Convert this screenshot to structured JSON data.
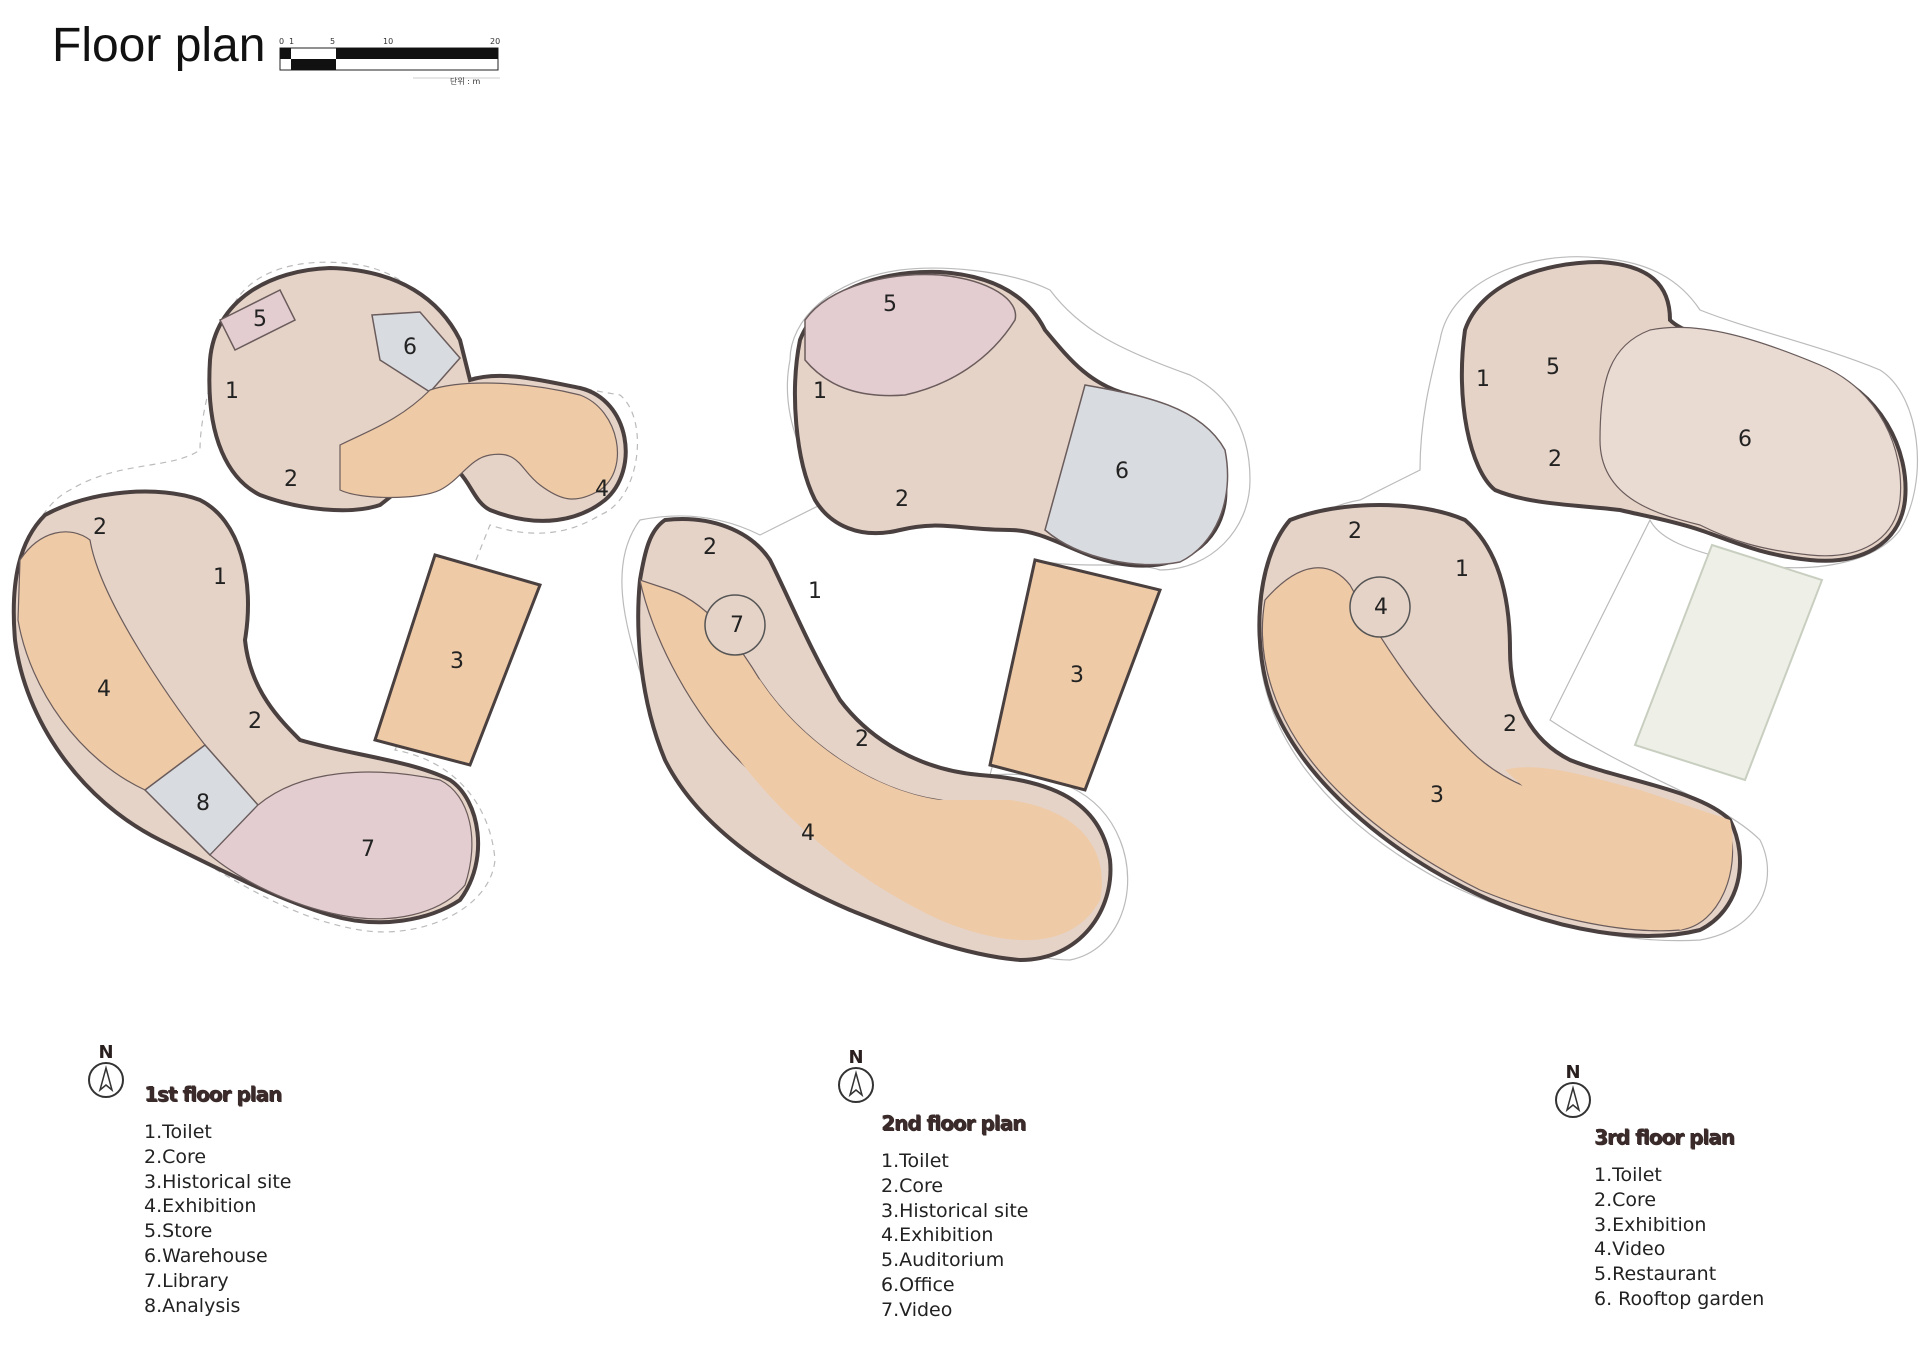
{
  "title": "Floor plan",
  "scale_bar": {
    "ticks": [
      "0",
      "1",
      "5",
      "10",
      "20"
    ],
    "unit": "단위 : m"
  },
  "colors": {
    "exhibition": "#eecaa6",
    "core": "#e6d3c7",
    "auditorium": "#e4cdd0",
    "office": "#d8dbdf",
    "garden": "#e9dbd2",
    "wall": "#4a4040"
  },
  "plans": [
    {
      "north_label": "N",
      "title": "1st floor plan",
      "legend": [
        "1.Toilet",
        "2.Core",
        "3.Historical site",
        "4.Exhibition",
        "5.Store",
        "6.Warehouse",
        "7.Library",
        "8.Analysis"
      ],
      "rooms": [
        "1",
        "2",
        "3",
        "4",
        "5",
        "6",
        "7",
        "8"
      ],
      "room_labels": [
        "5",
        "1",
        "6",
        "2",
        "4",
        "2",
        "1",
        "4",
        "3",
        "2",
        "8",
        "7"
      ]
    },
    {
      "north_label": "N",
      "title": "2nd floor plan",
      "legend": [
        "1.Toilet",
        "2.Core",
        "3.Historical site",
        "4.Exhibition",
        "5.Auditorium",
        "6.Office",
        "7.Video"
      ],
      "room_labels": [
        "5",
        "1",
        "6",
        "2",
        "2",
        "7",
        "1",
        "3",
        "2",
        "4"
      ]
    },
    {
      "north_label": "N",
      "title": "3rd floor plan",
      "legend": [
        "1.Toilet",
        "2.Core",
        "3.Exhibition",
        "4.Video",
        "5.Restaurant",
        "6. Rooftop garden"
      ],
      "room_labels": [
        "1",
        "5",
        "6",
        "2",
        "2",
        "4",
        "1",
        "2",
        "3"
      ]
    }
  ]
}
